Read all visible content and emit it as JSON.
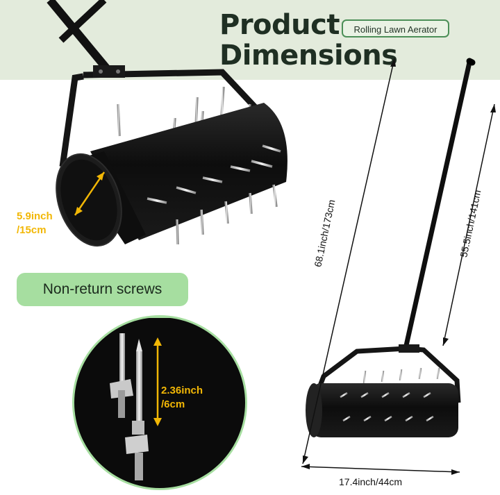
{
  "header": {
    "title_line1": "Product",
    "title_line2": "Dimensions",
    "badge": "Rolling Lawn Aerator"
  },
  "callout": {
    "label": "Non-return screws"
  },
  "dimensions": {
    "roller_diameter_line1": "5.9inch",
    "roller_diameter_line2": "/15cm",
    "spike_length_line1": "2.36inch",
    "spike_length_line2": "/6cm",
    "total_height": "68.1inch/173cm",
    "handle_height": "55.5inch/141cm",
    "roller_width": "17.4inch/44cm"
  },
  "colors": {
    "band": "#e3ebdc",
    "accent_green": "#a6dea0",
    "badge_border": "#4b8f57",
    "dimension_yellow": "#f2b705",
    "product_black": "#111111"
  }
}
